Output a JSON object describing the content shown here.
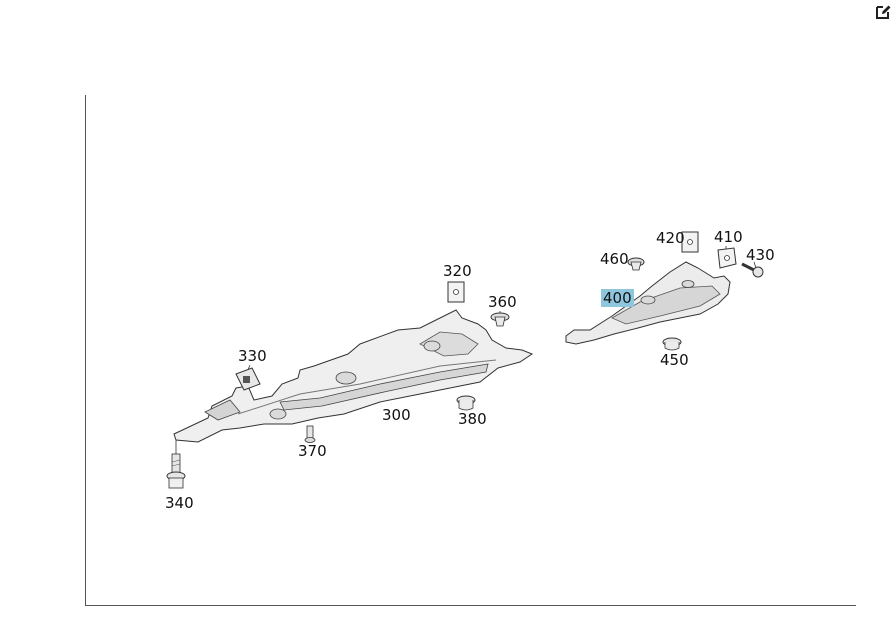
{
  "toolbar": {
    "edit_icon": "edit-square-icon"
  },
  "colors": {
    "highlight": "#8ec7dd",
    "part_fill": "#eeeeee",
    "part_shade": "#cfcfcf",
    "line": "#333333"
  },
  "diagram": {
    "callouts": [
      {
        "id": "c300",
        "label": "300"
      },
      {
        "id": "c320",
        "label": "320"
      },
      {
        "id": "c330",
        "label": "330"
      },
      {
        "id": "c340",
        "label": "340"
      },
      {
        "id": "c360",
        "label": "360"
      },
      {
        "id": "c370",
        "label": "370"
      },
      {
        "id": "c380",
        "label": "380"
      },
      {
        "id": "c400",
        "label": "400",
        "highlighted": true
      },
      {
        "id": "c410",
        "label": "410"
      },
      {
        "id": "c420",
        "label": "420"
      },
      {
        "id": "c430",
        "label": "430"
      },
      {
        "id": "c450",
        "label": "450"
      },
      {
        "id": "c460",
        "label": "460"
      }
    ]
  }
}
